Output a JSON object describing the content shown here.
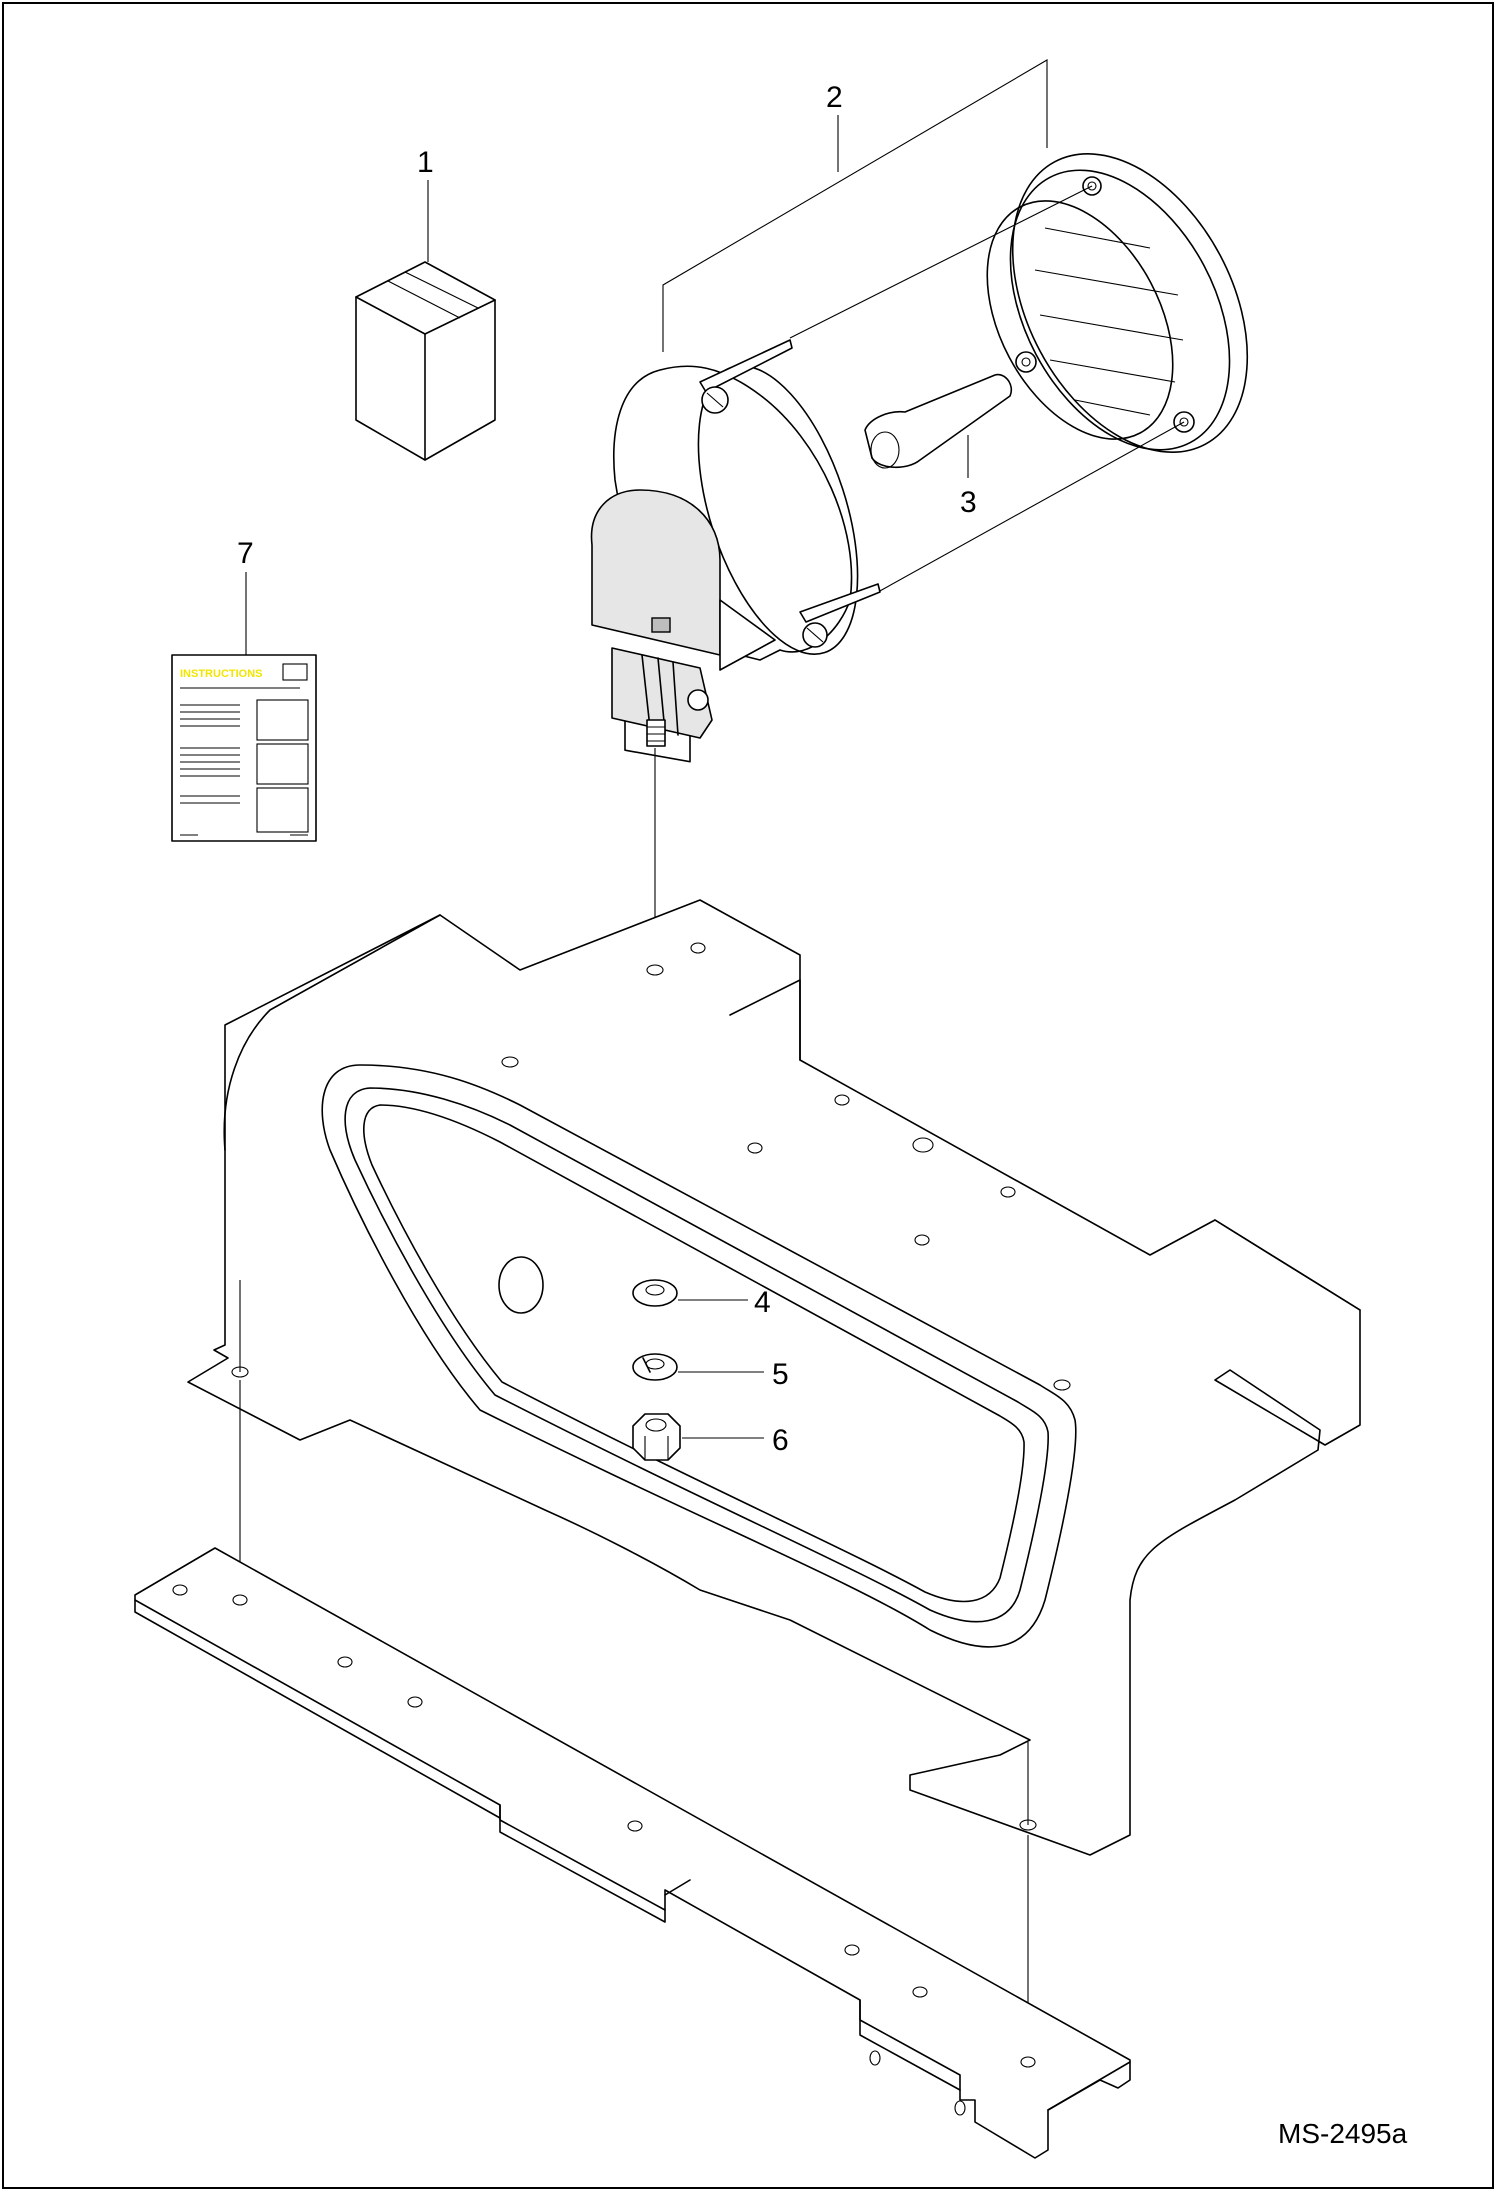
{
  "callouts": [
    {
      "id": "1",
      "text": "1"
    },
    {
      "id": "2",
      "text": "2"
    },
    {
      "id": "3",
      "text": "3"
    },
    {
      "id": "4",
      "text": "4"
    },
    {
      "id": "5",
      "text": "5"
    },
    {
      "id": "6",
      "text": "6"
    },
    {
      "id": "7",
      "text": "7"
    }
  ],
  "instructions_sheet": {
    "title": "INSTRUCTIONS"
  },
  "drawing_code": "MS-2495a",
  "colors": {
    "line": "#000000",
    "background": "#ffffff",
    "instructions_title": "#f2e600"
  }
}
